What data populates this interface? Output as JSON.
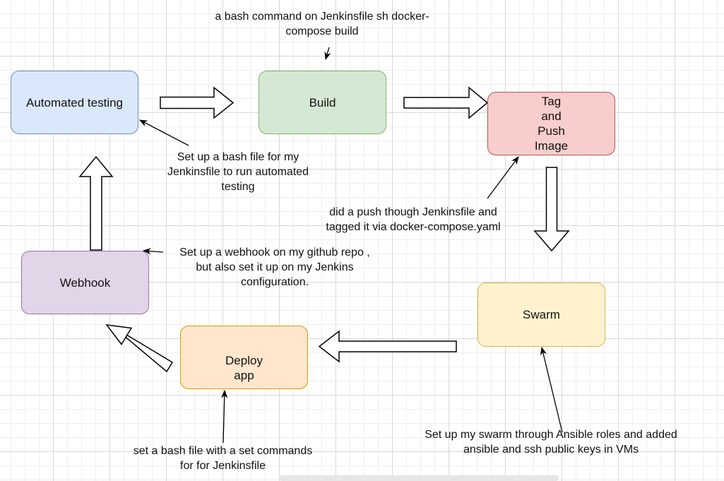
{
  "nodes": {
    "automated_testing": {
      "label": "Automated testing",
      "fill": "#dae8fc",
      "stroke": "#6c8ebf"
    },
    "build": {
      "label": "Build",
      "fill": "#d5e8d4",
      "stroke": "#82b366"
    },
    "tag_push": {
      "label": "Tag\nand\nPush\nImage",
      "fill": "#f8cecc",
      "stroke": "#b85450"
    },
    "swarm": {
      "label": "Swarm",
      "fill": "#fff2cc",
      "stroke": "#d6b656"
    },
    "deploy_app": {
      "label": "Deploy\napp",
      "fill": "#ffe6cc",
      "stroke": "#d79b00"
    },
    "webhook": {
      "label": "Webhook",
      "fill": "#e1d5e7",
      "stroke": "#9673a6"
    }
  },
  "notes": {
    "build": "a bash command on Jenkinsfile sh docker-\ncompose build",
    "testing": "Set up a bash file for my\nJenkinsfile to run automated\ntesting",
    "push": "did a push though Jenkinsfile and\ntagged it via docker-compose.yaml",
    "webhook": "Set up a webhook on my github repo ,\nbut also set it up on my Jenkins\nconfiguration.",
    "swarm": "Set up my swarm through Ansible roles and added\nansible and ssh public keys in VMs",
    "deploy": "set a bash file with a set commands\nfor for Jenkinsfile"
  }
}
